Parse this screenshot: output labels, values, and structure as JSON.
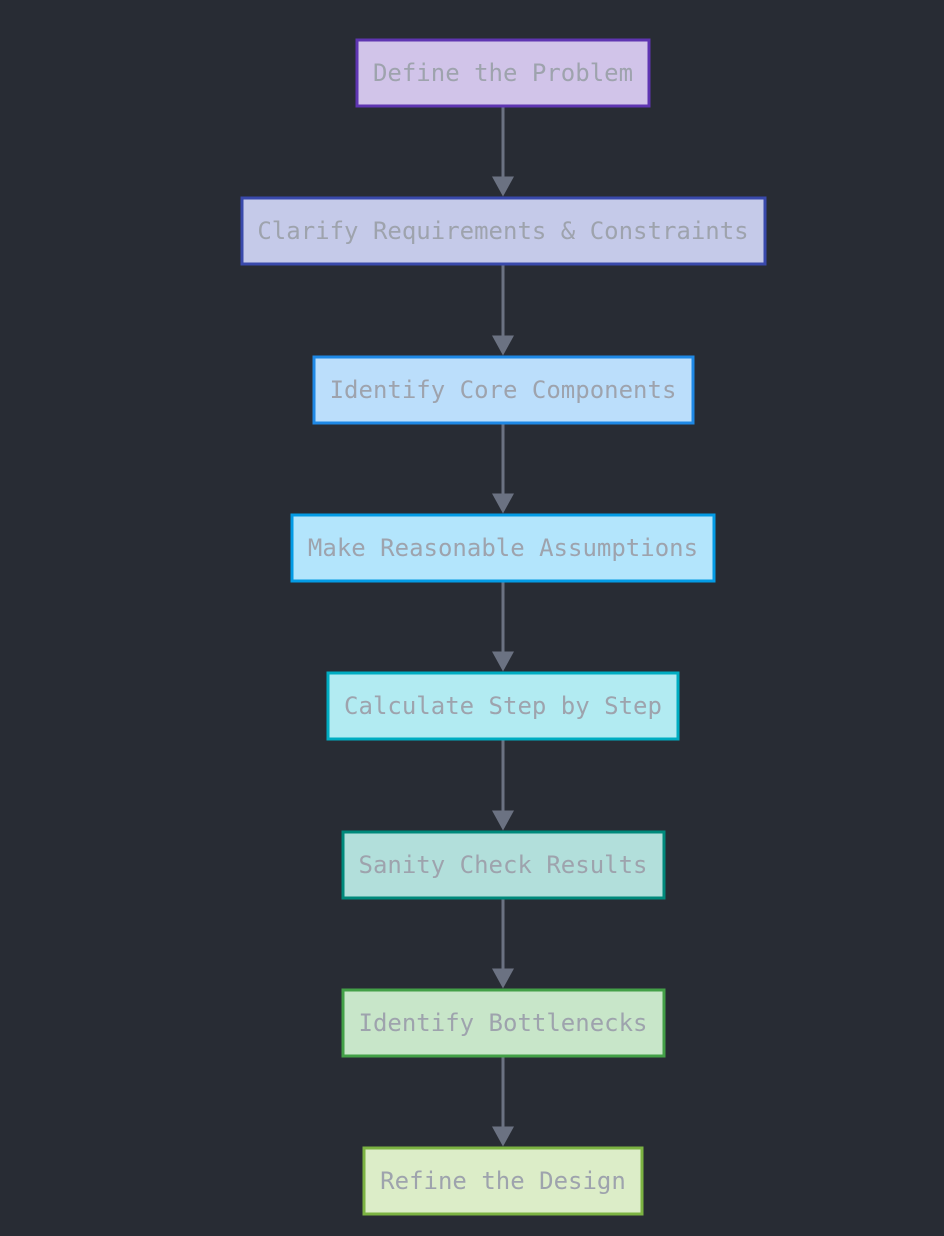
{
  "diagram": {
    "background": "#282c34",
    "text_color": "#9ea3ad",
    "edge_color": "#6b7282",
    "nodes": [
      {
        "id": "define-problem",
        "label": "Define the Problem",
        "fill": "#d1c4e9",
        "stroke": "#5e35b1"
      },
      {
        "id": "clarify-requirements",
        "label": "Clarify Requirements & Constraints",
        "fill": "#c5cae9",
        "stroke": "#3949ab"
      },
      {
        "id": "identify-components",
        "label": "Identify Core Components",
        "fill": "#bbdefb",
        "stroke": "#1e88e5"
      },
      {
        "id": "make-assumptions",
        "label": "Make Reasonable Assumptions",
        "fill": "#b3e5fc",
        "stroke": "#039be5"
      },
      {
        "id": "calculate-steps",
        "label": "Calculate Step by Step",
        "fill": "#b2ebf2",
        "stroke": "#00acc1"
      },
      {
        "id": "sanity-check",
        "label": "Sanity Check Results",
        "fill": "#b2dfdb",
        "stroke": "#00897b"
      },
      {
        "id": "identify-bottlenecks",
        "label": "Identify Bottlenecks",
        "fill": "#c8e6c9",
        "stroke": "#43a047"
      },
      {
        "id": "refine-design",
        "label": "Refine the Design",
        "fill": "#dcedc8",
        "stroke": "#7cb342"
      }
    ],
    "edges": [
      {
        "from": "define-problem",
        "to": "clarify-requirements"
      },
      {
        "from": "clarify-requirements",
        "to": "identify-components"
      },
      {
        "from": "identify-components",
        "to": "make-assumptions"
      },
      {
        "from": "make-assumptions",
        "to": "calculate-steps"
      },
      {
        "from": "calculate-steps",
        "to": "sanity-check"
      },
      {
        "from": "sanity-check",
        "to": "identify-bottlenecks"
      },
      {
        "from": "identify-bottlenecks",
        "to": "refine-design"
      }
    ]
  }
}
